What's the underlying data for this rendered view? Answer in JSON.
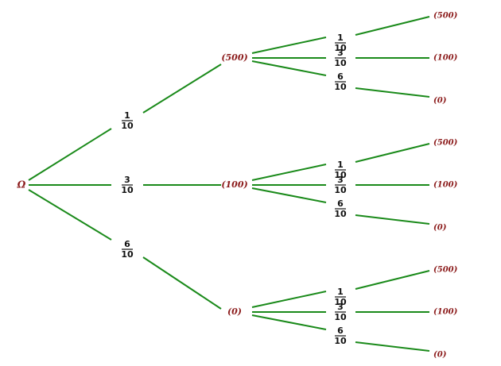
{
  "colors": {
    "branch": "#1a8a1a",
    "node": "#8b1a1a",
    "fraction": "#111111"
  },
  "root": {
    "label": "Ω"
  },
  "level1": [
    {
      "prob": {
        "num": "1",
        "den": "10"
      },
      "node": "(500)"
    },
    {
      "prob": {
        "num": "3",
        "den": "10"
      },
      "node": "(100)"
    },
    {
      "prob": {
        "num": "6",
        "den": "10"
      },
      "node": "(0)"
    }
  ],
  "level2": [
    {
      "prob": {
        "num": "1",
        "den": "10"
      },
      "leaf": "(500)"
    },
    {
      "prob": {
        "num": "3",
        "den": "10"
      },
      "leaf": "(100)"
    },
    {
      "prob": {
        "num": "6",
        "den": "10"
      },
      "leaf": "(0)"
    }
  ]
}
